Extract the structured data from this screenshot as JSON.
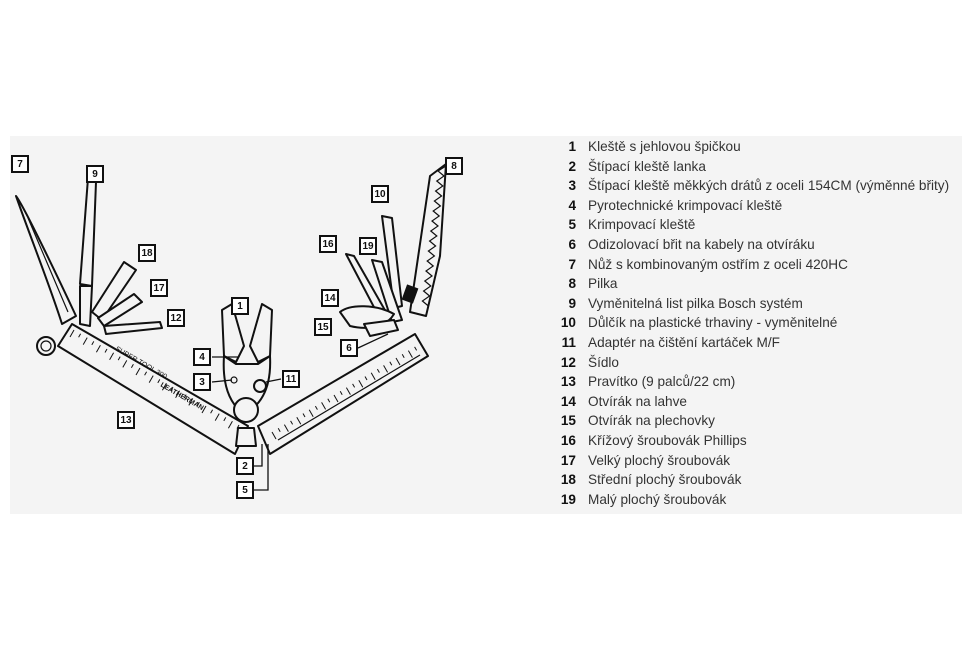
{
  "brand_text": "LEATHERMAN",
  "model_text": "SUPER TOOL 300",
  "legend": [
    {
      "num": "1",
      "label": "Kleště s jehlovou špičkou"
    },
    {
      "num": "2",
      "label": "Štípací kleště lanka"
    },
    {
      "num": "3",
      "label": "Štípací kleště měkkých drátů z oceli 154CM (výměnné břity)"
    },
    {
      "num": "4",
      "label": "Pyrotechnické krimpovací kleště"
    },
    {
      "num": "5",
      "label": "Krimpovací kleště"
    },
    {
      "num": "6",
      "label": "Odizolovací břit na kabely na otvíráku"
    },
    {
      "num": "7",
      "label": "Nůž s kombinovaným ostřím z oceli 420HC"
    },
    {
      "num": "8",
      "label": "Pilka"
    },
    {
      "num": "9",
      "label": "Vyměnitelná list pilka Bosch systém"
    },
    {
      "num": "10",
      "label": "Důlčík na plastické trhaviny - vyměnitelné"
    },
    {
      "num": "11",
      "label": "Adaptér na čištění kartáček M/F"
    },
    {
      "num": "12",
      "label": "Šídlo"
    },
    {
      "num": "13",
      "label": "Pravítko (9 palců/22 cm)"
    },
    {
      "num": "14",
      "label": "Otvírák na lahve"
    },
    {
      "num": "15",
      "label": "Otvírák na plechovky"
    },
    {
      "num": "16",
      "label": "Křížový šroubovák Phillips"
    },
    {
      "num": "17",
      "label": "Velký plochý šroubovák"
    },
    {
      "num": "18",
      "label": "Střední plochý šroubovák"
    },
    {
      "num": "19",
      "label": "Malý plochý šroubovák"
    }
  ]
}
